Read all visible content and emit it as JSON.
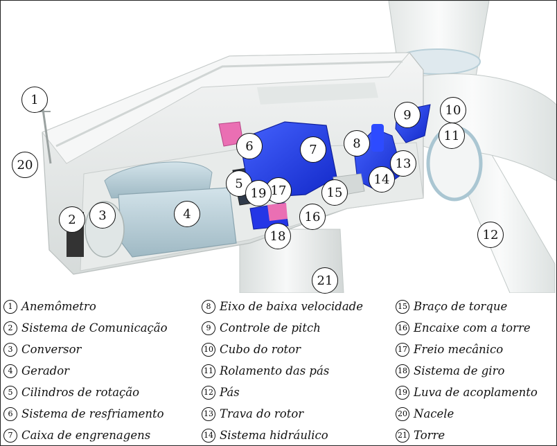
{
  "markers": [
    {
      "num": "1"
    },
    {
      "num": "2"
    },
    {
      "num": "3"
    },
    {
      "num": "4"
    },
    {
      "num": "5"
    },
    {
      "num": "6"
    },
    {
      "num": "7"
    },
    {
      "num": "8"
    },
    {
      "num": "9"
    },
    {
      "num": "10"
    },
    {
      "num": "11"
    },
    {
      "num": "12"
    },
    {
      "num": "13"
    },
    {
      "num": "14"
    },
    {
      "num": "15"
    },
    {
      "num": "16"
    },
    {
      "num": "17"
    },
    {
      "num": "18"
    },
    {
      "num": "19"
    },
    {
      "num": "20"
    },
    {
      "num": "21"
    }
  ],
  "legend": [
    {
      "num": "1",
      "label": "Anemômetro"
    },
    {
      "num": "2",
      "label": "Sistema de Comunicação"
    },
    {
      "num": "3",
      "label": "Conversor"
    },
    {
      "num": "4",
      "label": "Gerador"
    },
    {
      "num": "5",
      "label": "Cilindros de rotação"
    },
    {
      "num": "6",
      "label": "Sistema de resfriamento"
    },
    {
      "num": "7",
      "label": "Caixa de engrenagens"
    },
    {
      "num": "8",
      "label": "Eixo de baixa velocidade"
    },
    {
      "num": "9",
      "label": "Controle de pitch"
    },
    {
      "num": "10",
      "label": "Cubo do rotor"
    },
    {
      "num": "11",
      "label": "Rolamento das pás"
    },
    {
      "num": "12",
      "label": "Pás"
    },
    {
      "num": "13",
      "label": "Trava do rotor"
    },
    {
      "num": "14",
      "label": "Sistema hidráulico"
    },
    {
      "num": "15",
      "label": "Braço de torque"
    },
    {
      "num": "16",
      "label": "Encaixe com a torre"
    },
    {
      "num": "17",
      "label": "Freio mecânico"
    },
    {
      "num": "18",
      "label": "Sistema de giro"
    },
    {
      "num": "19",
      "label": "Luva de acoplamento"
    },
    {
      "num": "20",
      "label": "Nacele"
    },
    {
      "num": "21",
      "label": "Torre"
    }
  ],
  "colors": {
    "housing": "#eef0ef",
    "generator": "#bcd3dc",
    "gearbox_blue": "#1f3ff0",
    "pink": "#ea6fb3",
    "blade": "#f2f4f3",
    "outline": "#111111"
  }
}
